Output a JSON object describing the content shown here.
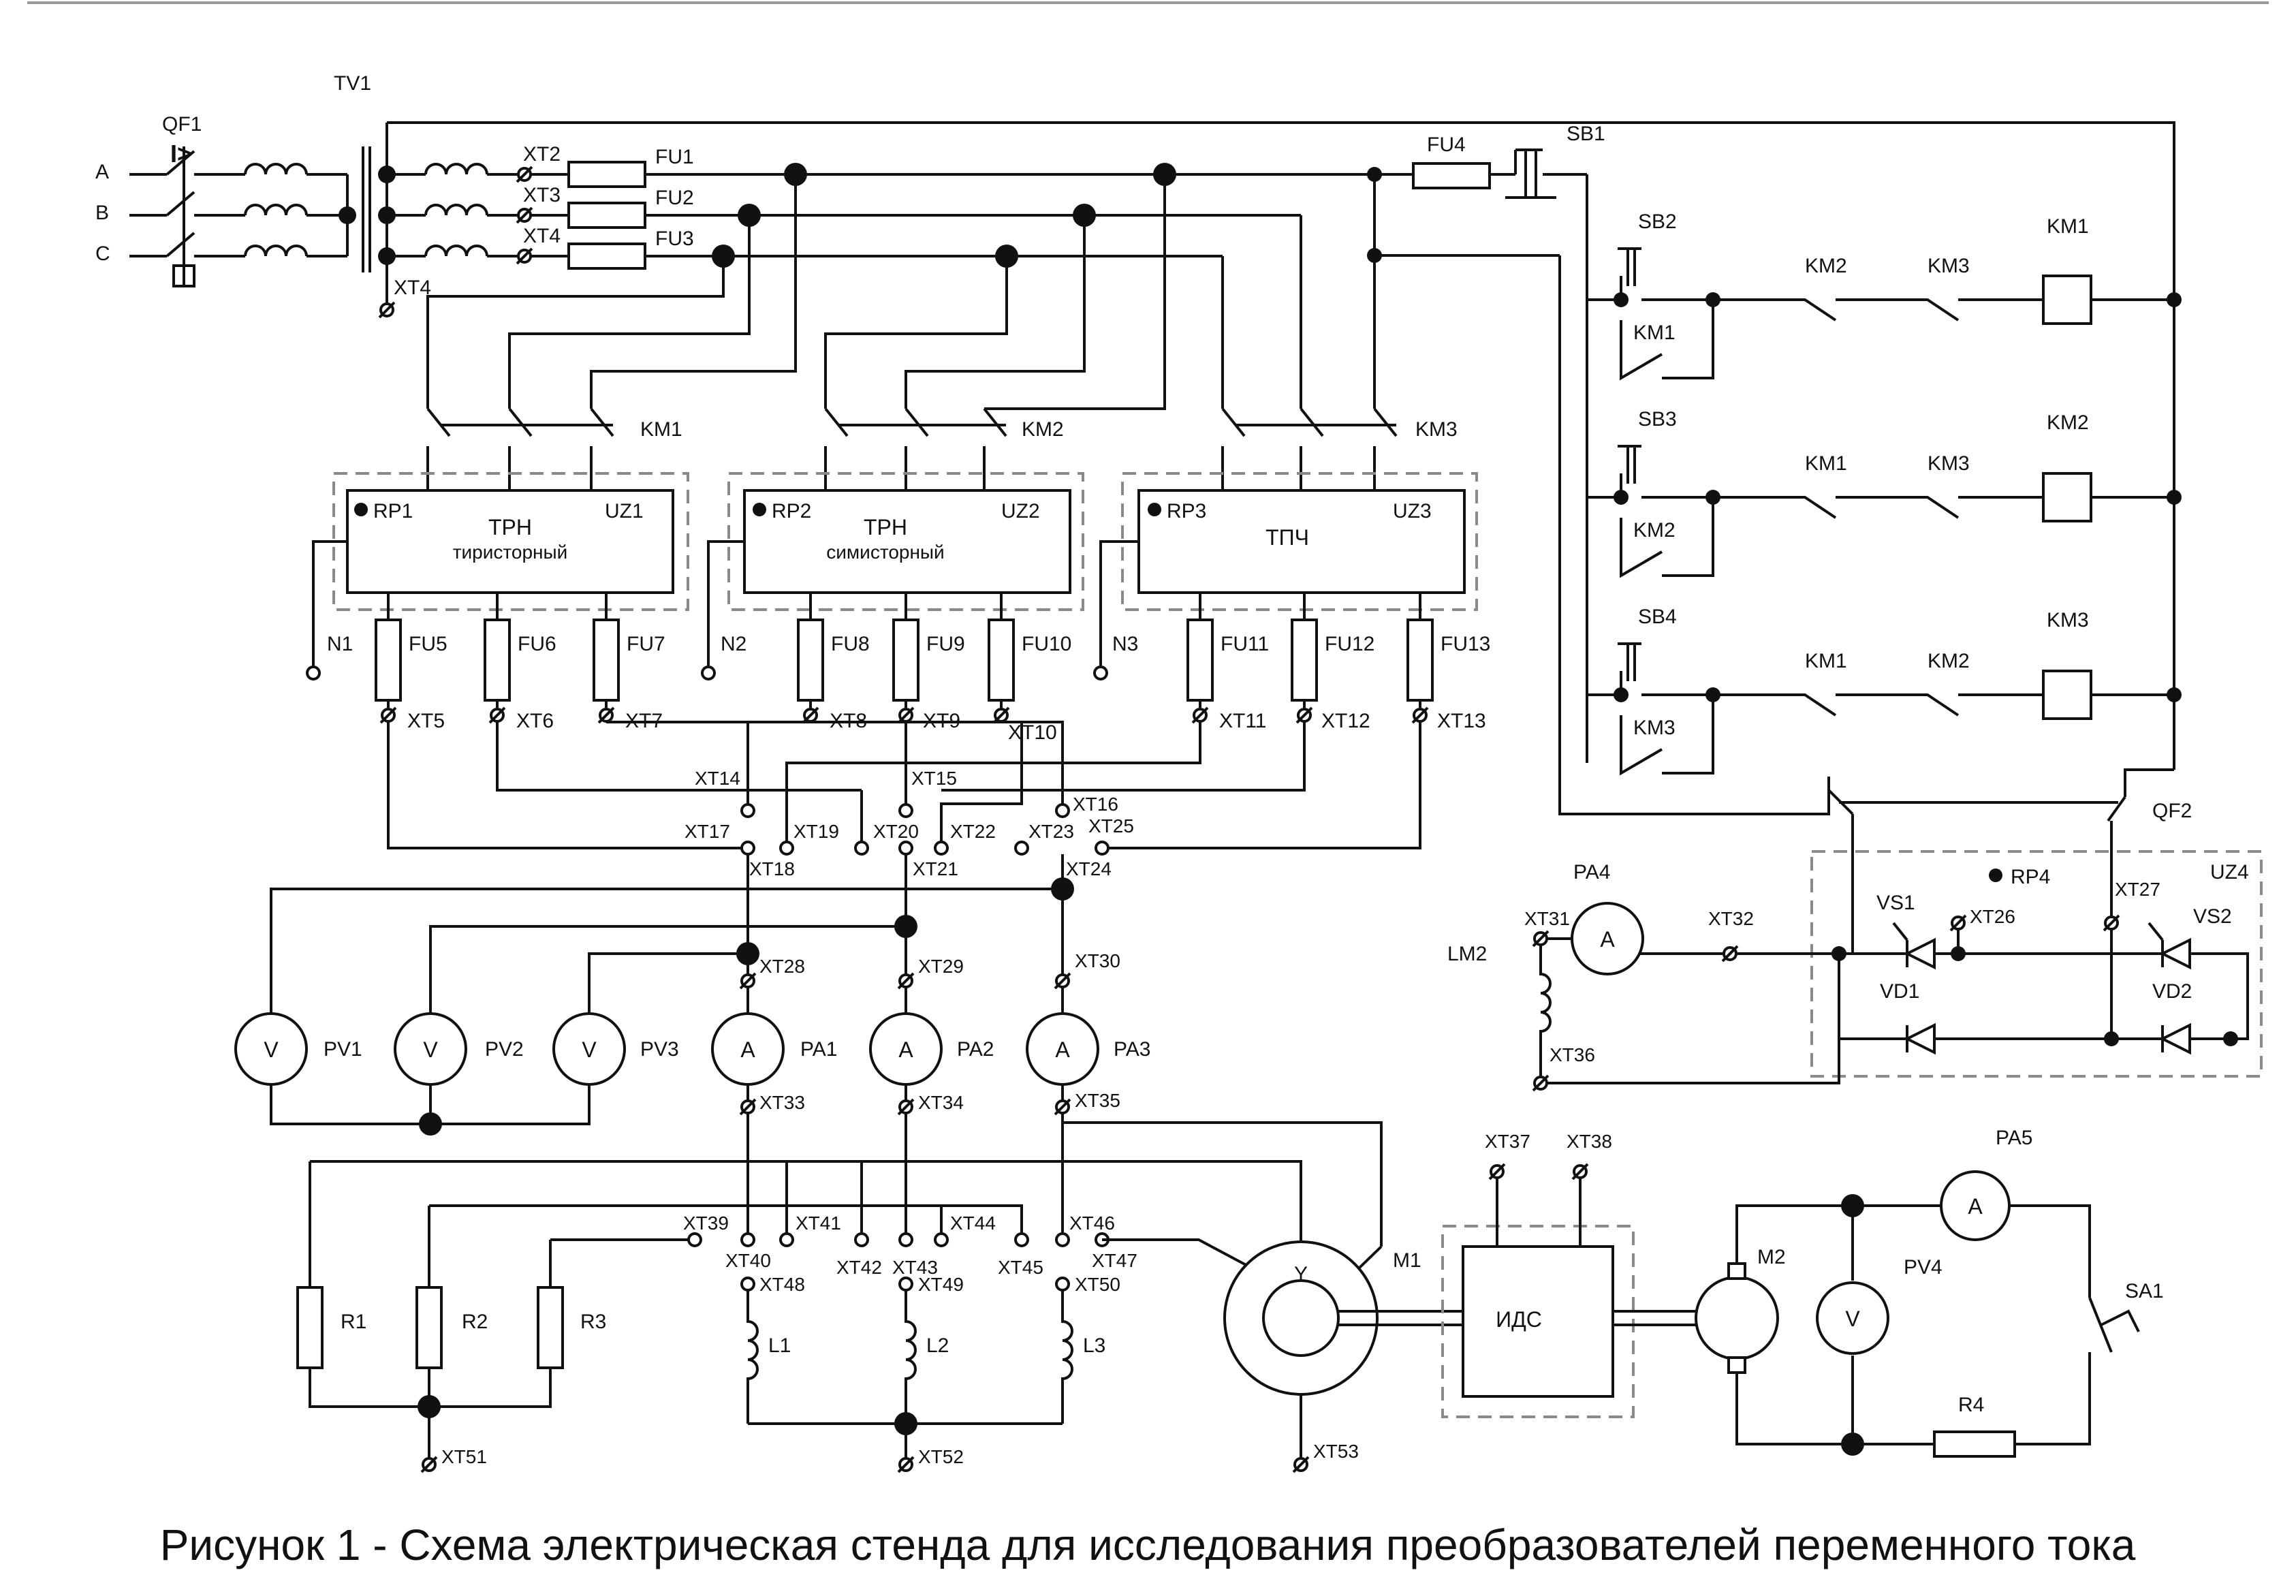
{
  "phases": [
    "A",
    "B",
    "C"
  ],
  "labels": {
    "QF1": "QF1",
    "QF1_symbol": "I>",
    "TV1": "TV1",
    "XT2": "XT2",
    "XT3": "XT3",
    "XT4": "XT4",
    "XT4b": "XT4",
    "FU1": "FU1",
    "FU2": "FU2",
    "FU3": "FU3",
    "FU4": "FU4",
    "SB1": "SB1",
    "SB2": "SB2",
    "SB3": "SB3",
    "SB4": "SB4",
    "KM1": "KM1",
    "KM2": "KM2",
    "KM3": "KM3",
    "N1": "N1",
    "N2": "N2",
    "N3": "N3",
    "FU5": "FU5",
    "FU6": "FU6",
    "FU7": "FU7",
    "FU8": "FU8",
    "FU9": "FU9",
    "FU10": "FU10",
    "FU11": "FU11",
    "FU12": "FU12",
    "FU13": "FU13",
    "XT5": "XT5",
    "XT6": "XT6",
    "XT7": "XT7",
    "XT8": "XT8",
    "XT9": "XT9",
    "XT10": "XT10",
    "XT11": "XT11",
    "XT12": "XT12",
    "XT13": "XT13",
    "XT14": "XT14",
    "XT15": "XT15",
    "XT16": "XT16",
    "XT17": "XT17",
    "XT18": "XT18",
    "XT19": "XT19",
    "XT20": "XT20",
    "XT21": "XT21",
    "XT22": "XT22",
    "XT23": "XT23",
    "XT24": "XT24",
    "XT25": "XT25",
    "XT26": "XT26",
    "XT27": "XT27",
    "XT28": "XT28",
    "XT29": "XT29",
    "XT30": "XT30",
    "XT31": "XT31",
    "XT32": "XT32",
    "XT33": "XT33",
    "XT34": "XT34",
    "XT35": "XT35",
    "XT36": "XT36",
    "XT37": "XT37",
    "XT38": "XT38",
    "XT39": "XT39",
    "XT40": "XT40",
    "XT41": "XT41",
    "XT42": "XT42",
    "XT43": "XT43",
    "XT44": "XT44",
    "XT45": "XT45",
    "XT46": "XT46",
    "XT47": "XT47",
    "XT48": "XT48",
    "XT49": "XT49",
    "XT50": "XT50",
    "XT51": "XT51",
    "XT52": "XT52",
    "XT53": "XT53",
    "PV1": "PV1",
    "PV2": "PV2",
    "PV3": "PV3",
    "PV4": "PV4",
    "PA1": "PA1",
    "PA2": "PA2",
    "PA3": "PA3",
    "PA4": "PA4",
    "PA5": "PA5",
    "R1": "R1",
    "R2": "R2",
    "R3": "R3",
    "R4": "R4",
    "L1": "L1",
    "L2": "L2",
    "L3": "L3",
    "M1": "M1",
    "M2": "M2",
    "LM2": "LM2",
    "SA1": "SA1",
    "QF2": "QF2",
    "UZ4": "UZ4",
    "RP4": "RP4",
    "VS1": "VS1",
    "VS2": "VS2",
    "VD1": "VD1",
    "VD2": "VD2",
    "volt": "V",
    "amp": "A",
    "star": "Y"
  },
  "blocks": [
    {
      "rp": "RP1",
      "uz": "UZ1",
      "title": "ТРН",
      "subtitle": "тиристорный"
    },
    {
      "rp": "RP2",
      "uz": "UZ2",
      "title": "ТРН",
      "subtitle": "симисторный"
    },
    {
      "rp": "RP3",
      "uz": "UZ3",
      "title": "ТПЧ",
      "subtitle": ""
    }
  ],
  "ids_label": "ИДС",
  "caption": "Рисунок 1 - Схема электрическая стенда для исследования преобразователей переменного тока"
}
